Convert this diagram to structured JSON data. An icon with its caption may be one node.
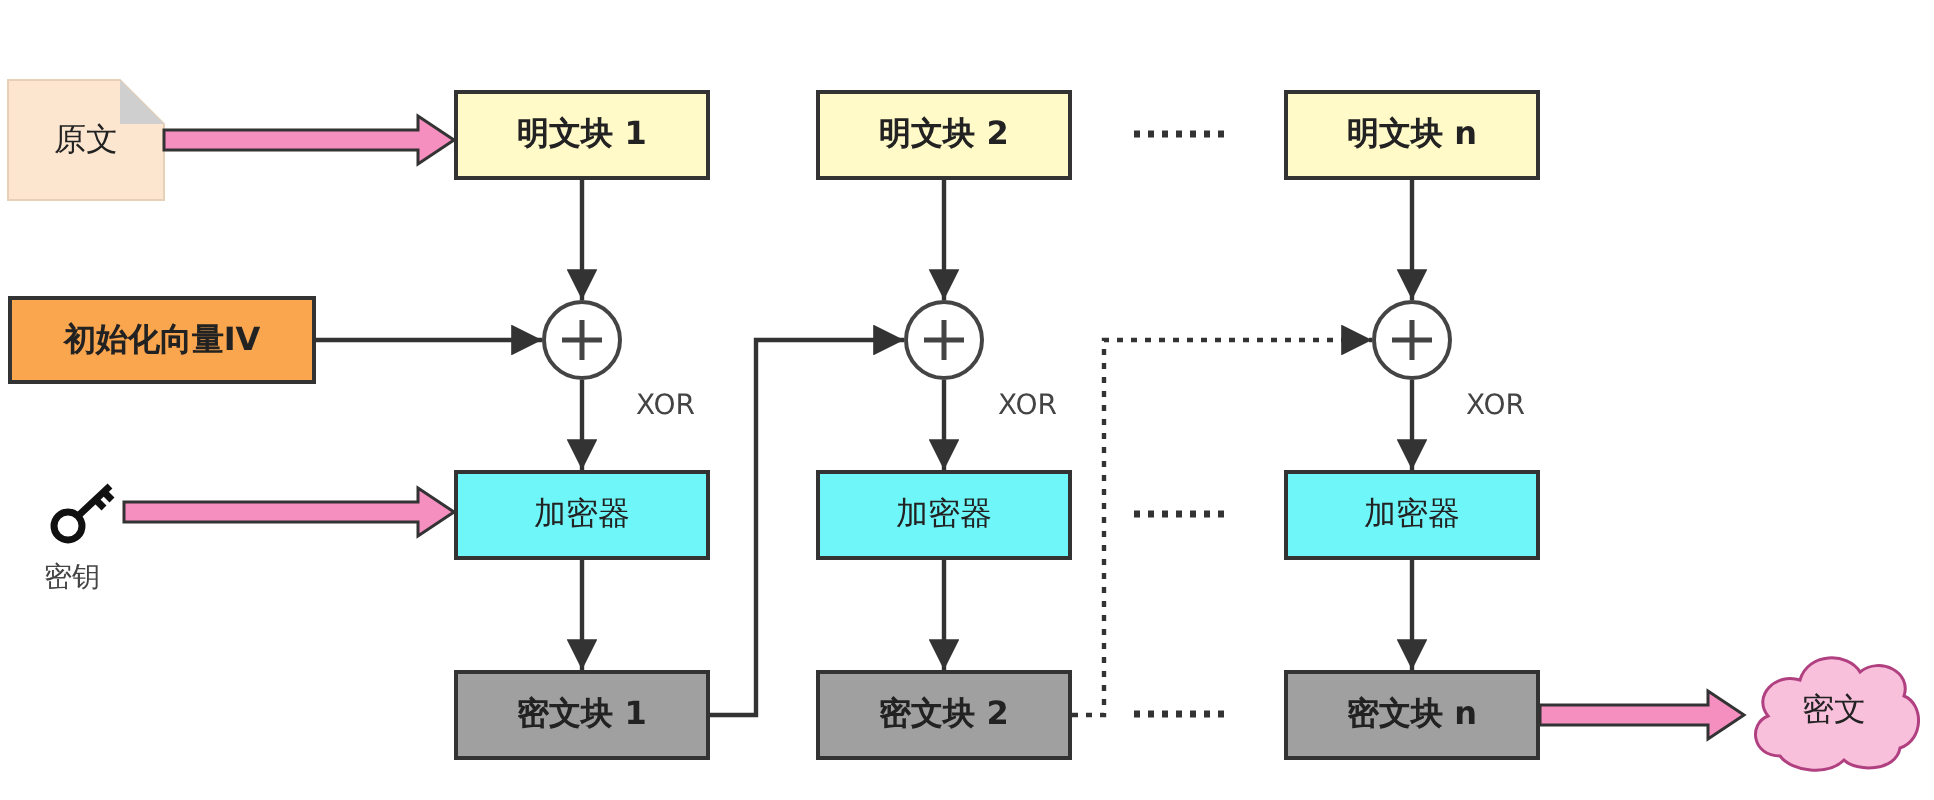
{
  "diagram": {
    "nodes": [
      {
        "text": [
          "原文"
        ]
      },
      {
        "text": [
          "明文块 1"
        ]
      },
      {
        "text": [
          "明文块 2"
        ]
      },
      {
        "text": [
          "明文块 n"
        ]
      },
      {
        "text": [
          "初始化向量IV"
        ]
      },
      {
        "text": [],
        "shape": "circle",
        "beside": [
          "XOR"
        ]
      },
      {
        "text": [],
        "shape": "circle",
        "beside": [
          "XOR"
        ]
      },
      {
        "text": [],
        "shape": "circle",
        "beside": [
          "XOR"
        ]
      },
      {
        "text": [],
        "shape": "picture",
        "beside": [
          "密钥"
        ]
      },
      {
        "text": [
          "加密器"
        ]
      },
      {
        "text": [
          "加密器"
        ]
      },
      {
        "text": [
          "加密器"
        ]
      },
      {
        "text": [
          "密文块 1"
        ]
      },
      {
        "text": [
          "密文块 2"
        ]
      },
      {
        "text": [
          "密文块 n"
        ]
      },
      {
        "text": [
          "密文"
        ]
      }
    ],
    "edges": [
      {
        "from": 0,
        "to": 1,
        "arrow": "to",
        "style": "thick",
        "color": "#f48fc0"
      },
      {
        "from": 1,
        "to": 5,
        "arrow": "to"
      },
      {
        "from": 4,
        "to": 5,
        "arrow": "to"
      },
      {
        "from": 5,
        "to": 9,
        "arrow": "to"
      },
      {
        "from": 8,
        "to": 9,
        "arrow": "to",
        "style": "thick",
        "color": "#f48fc0"
      },
      {
        "from": 9,
        "to": 12,
        "arrow": "to"
      },
      {
        "from": 12,
        "to": 6,
        "arrow": "to"
      },
      {
        "from": 2,
        "to": 6,
        "arrow": "to"
      },
      {
        "from": 6,
        "to": 10,
        "arrow": "to"
      },
      {
        "from": 10,
        "to": 13,
        "arrow": "to"
      },
      {
        "from": 13,
        "to": 7,
        "arrow": "to",
        "style": "dashed"
      },
      {
        "from": 3,
        "to": 7,
        "arrow": "to"
      },
      {
        "from": 7,
        "to": 11,
        "arrow": "to"
      },
      {
        "from": 11,
        "to": 14,
        "arrow": "to"
      },
      {
        "from": 14,
        "to": 15,
        "arrow": "to",
        "style": "thick",
        "color": "#f48fc0"
      }
    ]
  }
}
